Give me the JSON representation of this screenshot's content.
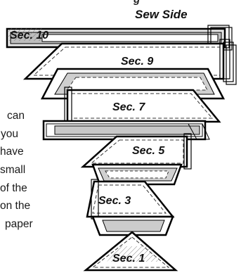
{
  "header": {
    "top_cut_text": "g",
    "title": "Sew Side"
  },
  "body_text_fragments": [
    "can",
    "you",
    "have",
    "small",
    "of the",
    "on  the",
    "paper"
  ],
  "sections": {
    "sec10": "Sec. 10",
    "sec9": "Sec. 9",
    "sec7": "Sec. 7",
    "sec5": "Sec. 5",
    "sec3": "Sec. 3",
    "sec1": "Sec. 1"
  },
  "colors": {
    "outline": "#000000",
    "fill_white": "#ffffff",
    "fill_gray": "#d9d9d9",
    "dash": "#333333"
  }
}
